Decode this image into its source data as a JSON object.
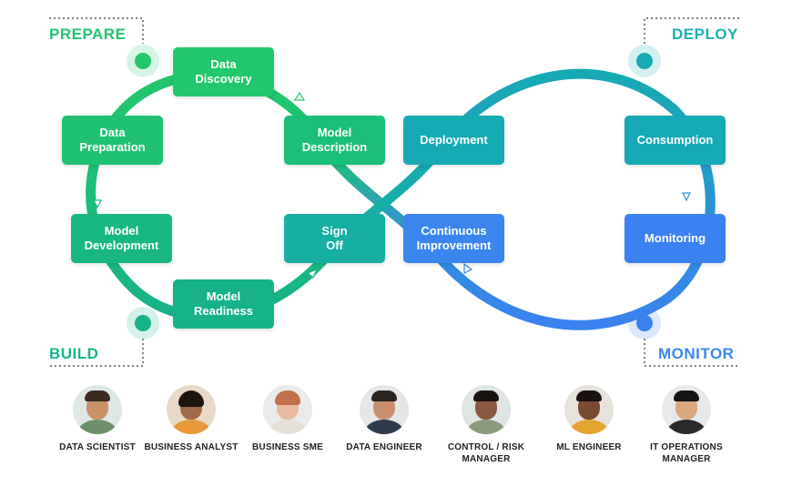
{
  "stages": {
    "prepare": "PREPARE",
    "build": "BUILD",
    "deploy": "DEPLOY",
    "monitor": "MONITOR"
  },
  "nodes": {
    "data_discovery": "Data\nDiscovery",
    "data_preparation": "Data\nPreparation",
    "model_development": "Model\nDevelopment",
    "model_readiness": "Model\nReadiness",
    "sign_off": "Sign\nOff",
    "model_description": "Model\nDescription",
    "deployment": "Deployment",
    "continuous_improvement": "Continuous\nImprovement",
    "consumption": "Consumption",
    "monitoring": "Monitoring"
  },
  "people": [
    {
      "label": "DATA SCIENTIST"
    },
    {
      "label": "BUSINESS ANALYST"
    },
    {
      "label": "BUSINESS SME"
    },
    {
      "label": "DATA ENGINEER"
    },
    {
      "label": "CONTROL / RISK\nMANAGER"
    },
    {
      "label": "ML ENGINEER"
    },
    {
      "label": "IT OPERATIONS\nMANAGER"
    }
  ],
  "colors": {
    "green": "#22c86b",
    "teal_green": "#17b28a",
    "teal": "#16aab3",
    "blue": "#3b82f0"
  }
}
